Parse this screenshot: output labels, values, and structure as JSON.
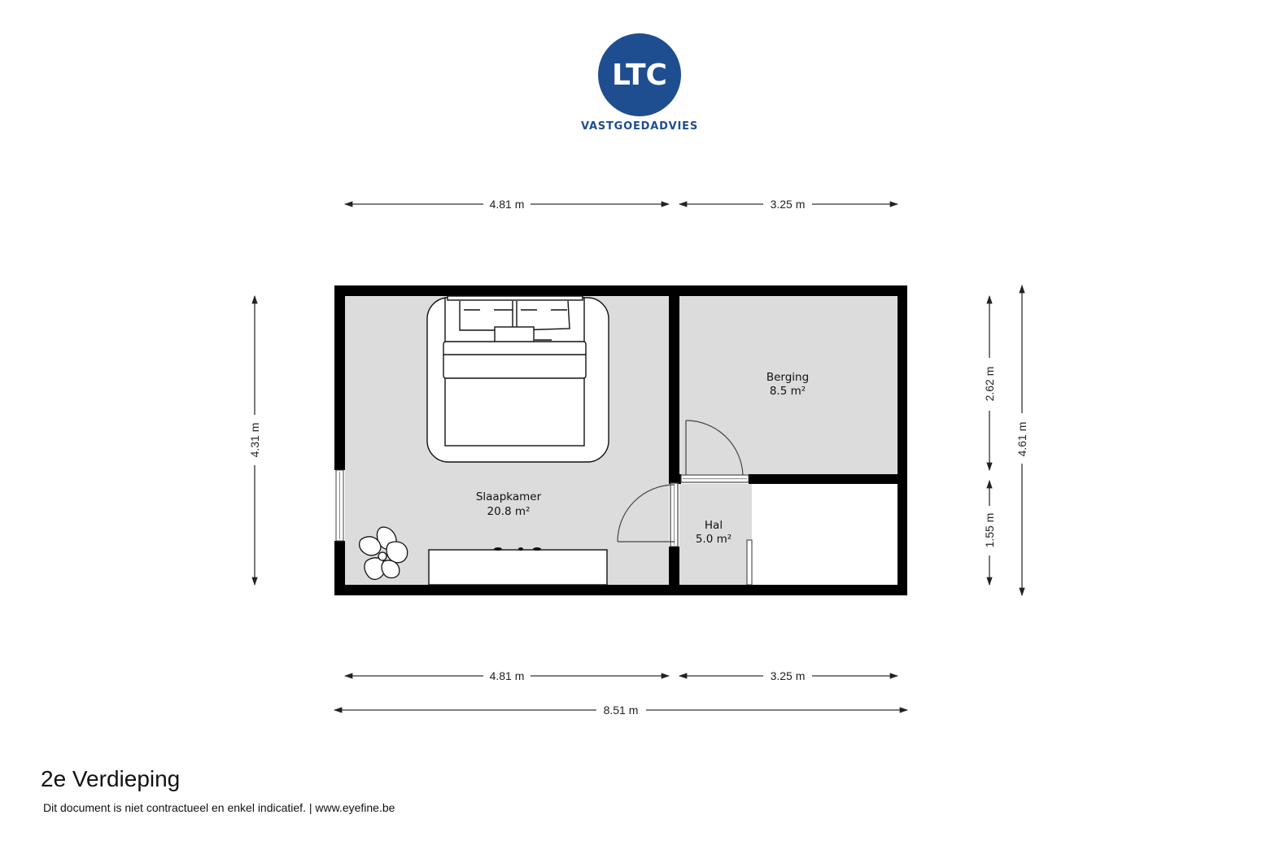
{
  "logo": {
    "initials": "LTC",
    "subtitle": "VASTGOEDADVIES",
    "brand_color": "#1e4e8f"
  },
  "dimensions": {
    "top": [
      {
        "label": "4.81 m"
      },
      {
        "label": "3.25 m"
      }
    ],
    "bottom": [
      {
        "label": "4.81 m"
      },
      {
        "label": "3.25 m"
      }
    ],
    "total_width": {
      "label": "8.51 m"
    },
    "left_height": {
      "label": "4.31 m"
    },
    "right_upper": {
      "label": "2.62 m"
    },
    "right_lower": {
      "label": "1.55 m"
    },
    "right_total": {
      "label": "4.61 m"
    }
  },
  "rooms": [
    {
      "name": "Slaapkamer",
      "area": "20.8 m²"
    },
    {
      "name": "Berging",
      "area": "8.5 m²"
    },
    {
      "name": "Hal",
      "area": "5.0 m²"
    }
  ],
  "colors": {
    "wall": "#000000",
    "floor": "#dcdcdc",
    "unfloored": "#ffffff",
    "dimension_line": "#333333"
  },
  "footer": {
    "title": "2e Verdieping",
    "disclaimer": "Dit document is niet contractueel en enkel indicatief. | www.eyefine.be"
  }
}
